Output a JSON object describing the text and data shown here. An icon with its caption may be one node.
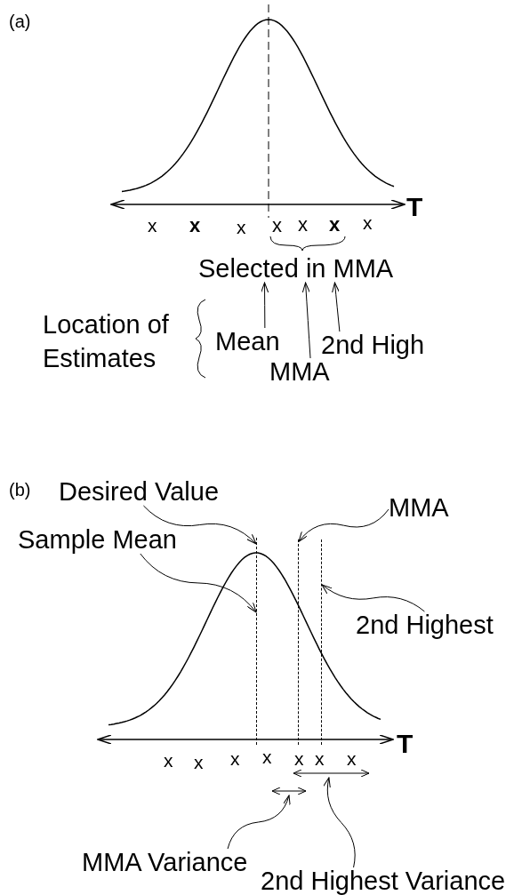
{
  "diagram": {
    "nodes": [
      {
        "text": [
          "Selected in MMA"
        ]
      },
      {
        "text": [
          "Mean"
        ]
      },
      {
        "text": [
          "MMA"
        ]
      },
      {
        "text": [
          "2nd High"
        ]
      },
      {
        "text": [
          "Desired Value"
        ]
      },
      {
        "text": [
          "MMA"
        ]
      },
      {
        "text": [
          "Sample Mean"
        ]
      },
      {
        "text": [],
        "shape": "line"
      },
      {
        "text": [],
        "shape": "line"
      },
      {
        "text": [],
        "shape": "line"
      },
      {
        "text": [
          "2nd Highest"
        ]
      },
      {
        "text": [],
        "shape": "arrow"
      },
      {
        "text": [],
        "shape": "arrow"
      },
      {
        "text": [
          "MMA Variance"
        ]
      },
      {
        "text": [
          "2nd Highest Variance"
        ]
      }
    ],
    "edges": [
      {
        "from": 1,
        "to": 0,
        "arrow": "to"
      },
      {
        "from": 2,
        "to": 0,
        "arrow": "to"
      },
      {
        "from": 3,
        "to": 0,
        "arrow": "to"
      },
      {
        "from": 4,
        "to": 7,
        "arrow": "to"
      },
      {
        "from": 6,
        "to": 7,
        "arrow": "to"
      },
      {
        "from": 5,
        "to": 8,
        "arrow": "to"
      },
      {
        "from": 10,
        "to": 9,
        "arrow": "to"
      },
      {
        "from": 13,
        "to": 11,
        "arrow": "to"
      },
      {
        "from": 14,
        "to": 12,
        "arrow": "to"
      }
    ],
    "labels": [
      "(a)",
      "T",
      "x",
      "x",
      "x",
      "x",
      "x",
      "x",
      "x",
      "Location of Estimates",
      "(b)",
      "T",
      "x",
      "x",
      "x",
      "x",
      "x",
      "x",
      "x"
    ]
  }
}
